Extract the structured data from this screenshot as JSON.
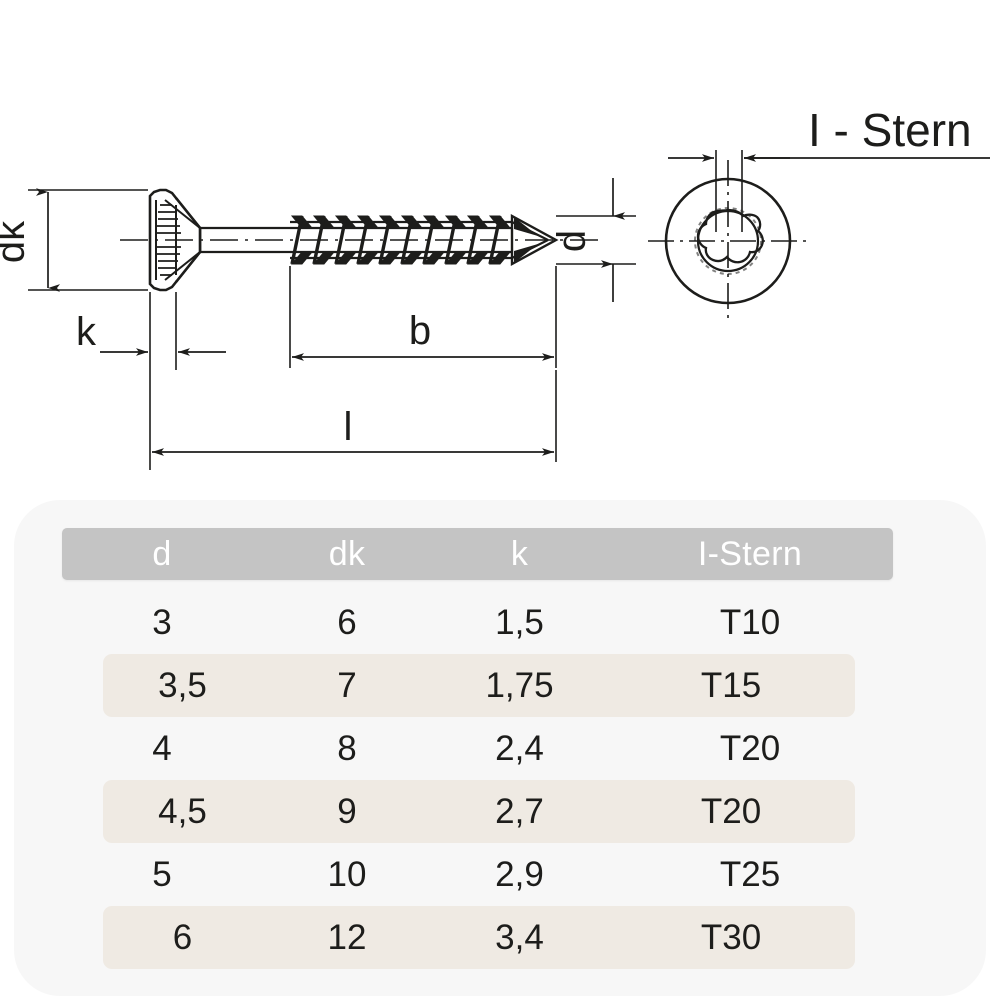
{
  "drawing": {
    "title": "countersunk-wood-screw-technical-drawing",
    "side_view_labels": {
      "head_diameter": "dk",
      "head_height": "k",
      "thread_length": "b",
      "total_length": "l",
      "shank_diameter": "d"
    },
    "top_view_labels": {
      "drive": "I - Stern"
    },
    "line_color": "#1d1d1b",
    "background": "#ffffff"
  },
  "table": {
    "panel_background": "#f7f7f7",
    "header_background": "#c4c4c4",
    "header_text_color": "#ffffff",
    "alt_row_background": "#efeae3",
    "body_text_color": "#1d1d1b",
    "columns": [
      "d",
      "dk",
      "k",
      "I-Stern"
    ],
    "rows": [
      [
        "3",
        "6",
        "1,5",
        "T10"
      ],
      [
        "3,5",
        "7",
        "1,75",
        "T15"
      ],
      [
        "4",
        "8",
        "2,4",
        "T20"
      ],
      [
        "4,5",
        "9",
        "2,7",
        "T20"
      ],
      [
        "5",
        "10",
        "2,9",
        "T25"
      ],
      [
        "6",
        "12",
        "3,4",
        "T30"
      ]
    ]
  }
}
